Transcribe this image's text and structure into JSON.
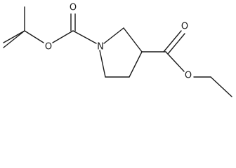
{
  "molecule": {
    "atom_labels": {
      "carbonyl_o_boc": "O",
      "ester_o_boc": "O",
      "ring_nitrogen": "N",
      "carbonyl_o_ethyl": "O",
      "ester_o_ethyl": "O"
    }
  }
}
